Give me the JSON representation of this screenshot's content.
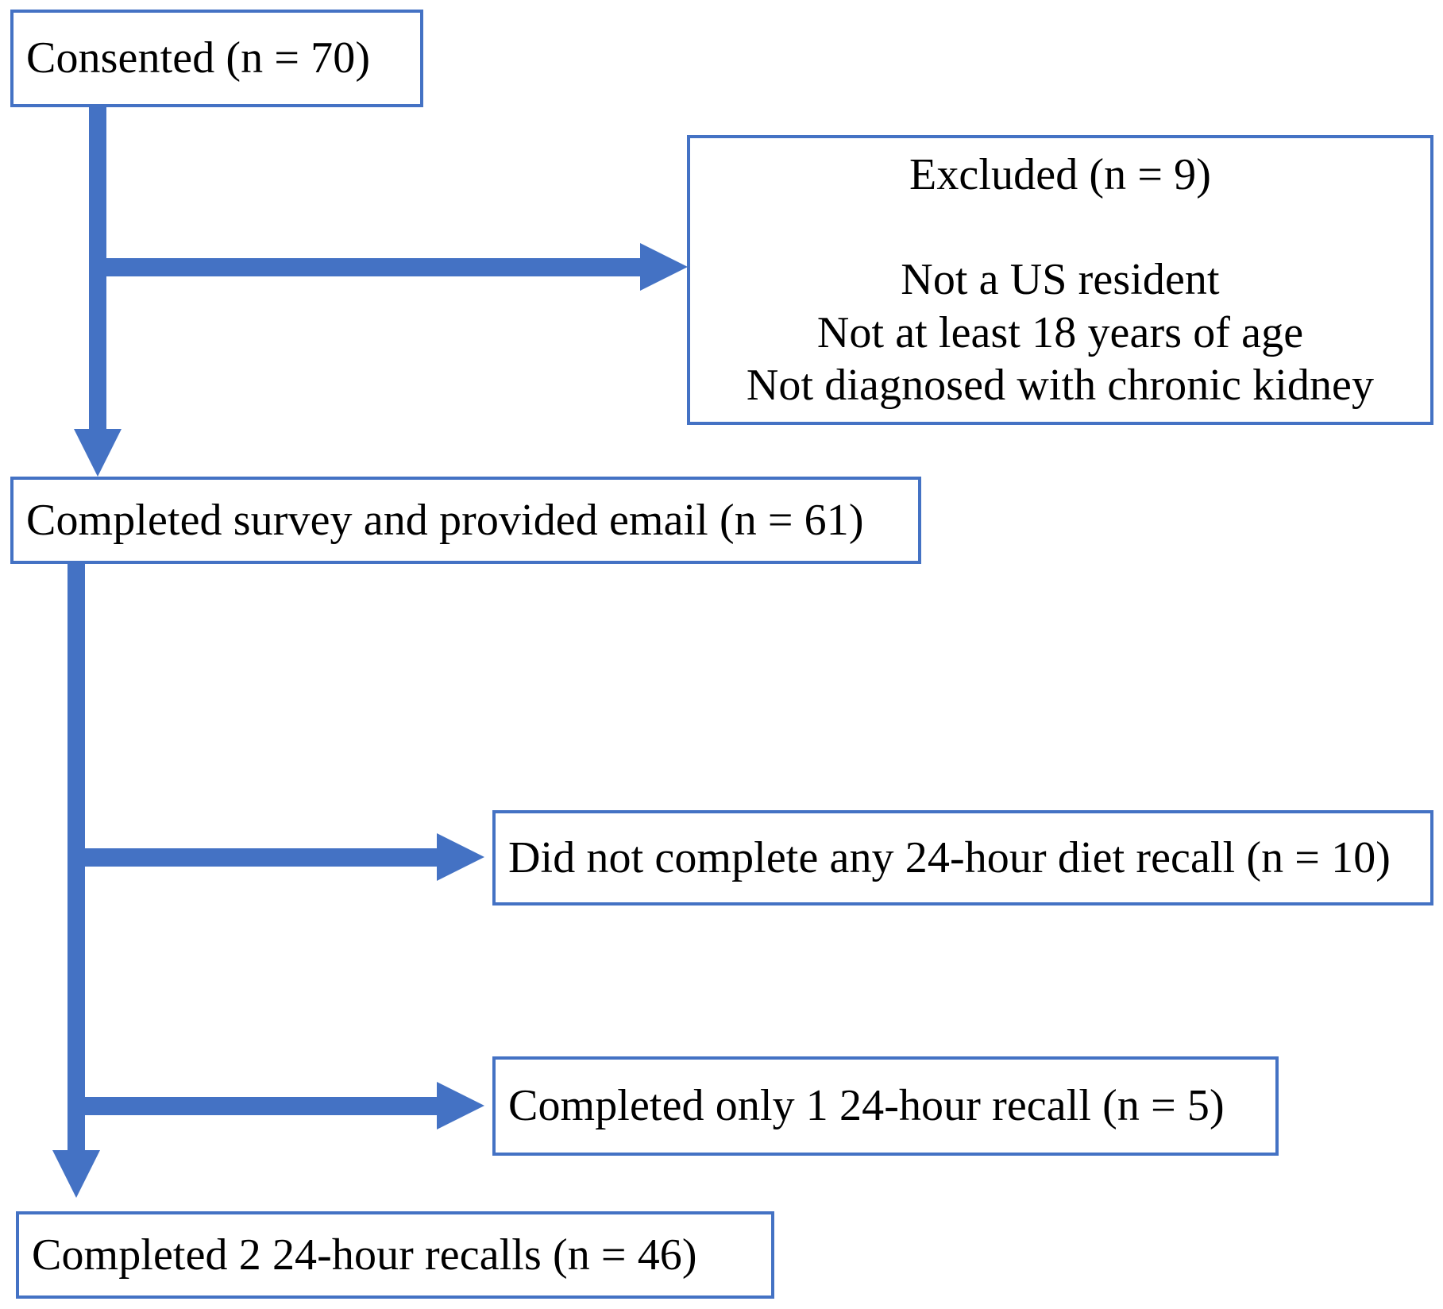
{
  "diagram": {
    "type": "participant-flow-diagram",
    "accent_color": "#4472C4",
    "background_color": "#FFFFFF",
    "text_color": "#000000",
    "nodes": [
      {
        "id": "consented",
        "label": "Consented (n = 70)",
        "n": 70,
        "align": "left"
      },
      {
        "id": "excluded",
        "label": "Excluded (n = 9)\n\nNot a US resident\nNot at least 18 years of age\nNot diagnosed with chronic kidney",
        "title": "Excluded (n = 9)",
        "n": 9,
        "reasons": [
          "Not a US resident",
          "Not at least 18 years of age",
          "Not diagnosed with chronic kidney"
        ],
        "align": "center"
      },
      {
        "id": "survey",
        "label": "Completed survey and provided email (n = 61)",
        "n": 61,
        "align": "left"
      },
      {
        "id": "no_recall",
        "label": "Did not complete any 24-hour diet recall (n = 10)",
        "n": 10,
        "align": "left"
      },
      {
        "id": "one_recall",
        "label": "Completed only 1 24-hour recall (n = 5)",
        "n": 5,
        "align": "left"
      },
      {
        "id": "two_recalls",
        "label": "Completed 2 24-hour recalls (n = 46)",
        "n": 46,
        "align": "left"
      }
    ],
    "edges": [
      {
        "id": "consented-to-survey",
        "from": "consented",
        "to": "survey",
        "direction": "down"
      },
      {
        "id": "consented-to-excluded",
        "from": "consented",
        "to": "excluded",
        "direction": "right"
      },
      {
        "id": "survey-to-two-recalls",
        "from": "survey",
        "to": "two_recalls",
        "direction": "down"
      },
      {
        "id": "survey-to-no-recall",
        "from": "survey",
        "to": "no_recall",
        "direction": "right"
      },
      {
        "id": "survey-to-one-recall",
        "from": "survey",
        "to": "one_recall",
        "direction": "right"
      }
    ]
  }
}
